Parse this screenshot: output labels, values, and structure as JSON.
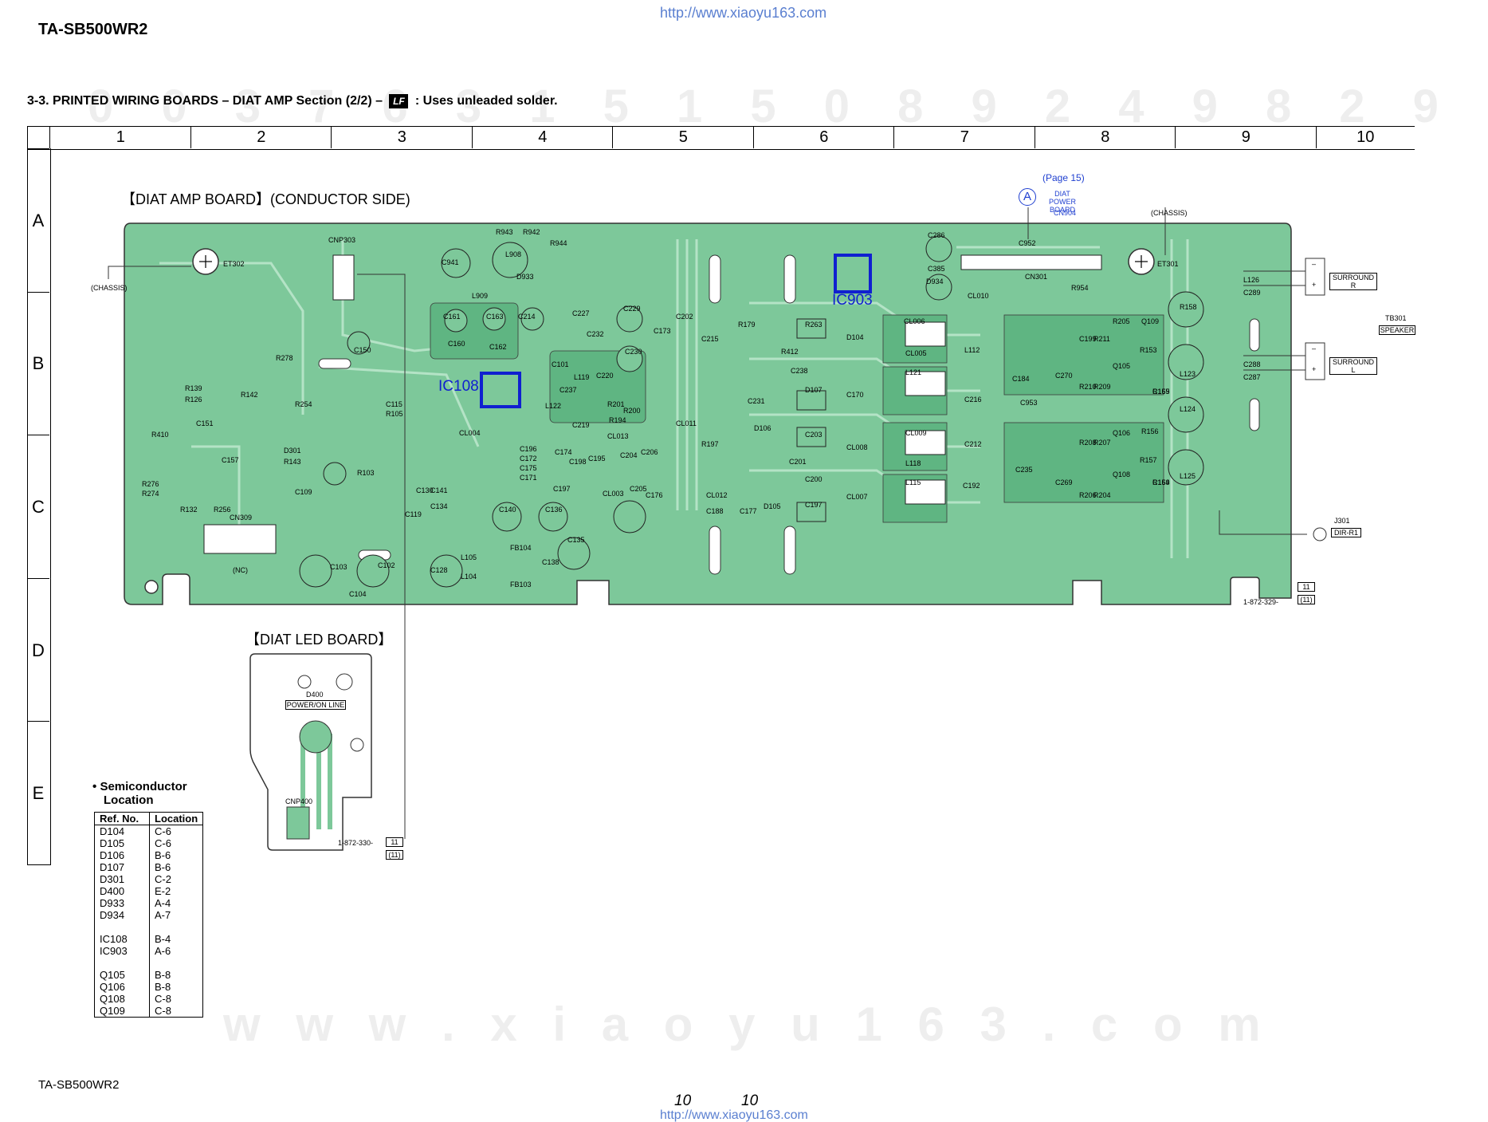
{
  "header": {
    "model": "TA-SB500WR2",
    "url": "http://www.xiaoyu163.com",
    "section_title": "3-3.   PRINTED  WIRING  BOARDS  – DIAT AMP Section (2/2) –",
    "lf_note": ": Uses unleaded solder.",
    "lf_symbol": "LF"
  },
  "grid": {
    "columns": [
      "1",
      "2",
      "3",
      "4",
      "5",
      "6",
      "7",
      "8",
      "9",
      "10"
    ],
    "rows": [
      "A",
      "B",
      "C",
      "D",
      "E"
    ]
  },
  "boards": {
    "amp_board": "【DIAT AMP BOARD】(CONDUCTOR SIDE)",
    "led_board": "【DIAT LED BOARD】",
    "amp_board_code": "1-872-329-",
    "led_board_code": "1-872-330-",
    "amp_ref": "11",
    "amp_ref2": "(11)",
    "led_ref": "11",
    "led_ref2": "(11)"
  },
  "connector": {
    "page": "(Page 15)",
    "circle": "A",
    "name": "DIAT POWER BOARD",
    "name2": "CN904"
  },
  "labels": {
    "chassis": "(CHASSIS)",
    "chassis2": "(CHASSIS)",
    "speaker": "SPEAKER",
    "tb301": "TB301",
    "surround_r": "SURROUND R",
    "surround_l": "SURROUND L",
    "j301": "J301",
    "dir_r1": "DIR-R1",
    "nc": "(NC)",
    "power_on": "POWER/ON LINE",
    "d400": "D400",
    "cnp400": "CNP400",
    "cnp303": "CNP303",
    "et302": "ET302",
    "et301": "ET301",
    "cn301": "CN301",
    "cn309": "CN309",
    "minus": "–",
    "plus": "+"
  },
  "ic_highlights": [
    {
      "name": "IC108"
    },
    {
      "name": "IC903"
    }
  ],
  "components": [
    "R943",
    "R942",
    "R944",
    "L908",
    "D933",
    "C941",
    "L909",
    "C161",
    "C163",
    "C214",
    "C227",
    "C229",
    "C160",
    "C162",
    "C232",
    "C230",
    "C150",
    "R278",
    "R139",
    "R126",
    "R142",
    "R254",
    "C115",
    "R105",
    "C151",
    "R410",
    "D301",
    "R143",
    "C157",
    "R276",
    "R274",
    "R132",
    "R256",
    "C109",
    "R103",
    "C119",
    "C130",
    "C141",
    "C134",
    "C140",
    "C136",
    "C135",
    "C128",
    "L105",
    "L104",
    "FB104",
    "FB103",
    "C138",
    "C102",
    "C103",
    "C104",
    "C101",
    "L119",
    "C220",
    "C237",
    "L122",
    "R201",
    "R200",
    "R194",
    "C219",
    "CL004",
    "CL013",
    "C206",
    "C196",
    "C172",
    "C175",
    "C171",
    "C174",
    "C198",
    "C195",
    "C204",
    "C205",
    "C197",
    "CL003",
    "C176",
    "C173",
    "C202",
    "C215",
    "CL011",
    "R197",
    "CL012",
    "C188",
    "R179",
    "R263",
    "R412",
    "C238",
    "D107",
    "C231",
    "C203",
    "D106",
    "C201",
    "C200",
    "D105",
    "C197",
    "C177",
    "D104",
    "C170",
    "CL008",
    "CL007",
    "CL006",
    "CL005",
    "L121",
    "CL009",
    "L118",
    "L115",
    "CL010",
    "L112",
    "C216",
    "C212",
    "C192",
    "C184",
    "C270",
    "C235",
    "C269",
    "C199",
    "R211",
    "R210",
    "R209",
    "R208",
    "R207",
    "R206",
    "R204",
    "R205",
    "Q105",
    "Q106",
    "Q108",
    "Q109",
    "R153",
    "R156",
    "R157",
    "R159",
    "C165",
    "R154",
    "C169",
    "R158",
    "L123",
    "L124",
    "L125",
    "L126",
    "C289",
    "C288",
    "C287",
    "C286",
    "C385",
    "D934",
    "C952",
    "R954",
    "C953"
  ],
  "semiconductor": {
    "title": "Semiconductor",
    "title2": "Location",
    "headers": [
      "Ref. No.",
      "Location"
    ],
    "rows": [
      [
        "D104",
        "C-6"
      ],
      [
        "D105",
        "C-6"
      ],
      [
        "D106",
        "B-6"
      ],
      [
        "D107",
        "B-6"
      ],
      [
        "D301",
        "C-2"
      ],
      [
        "D400",
        "E-2"
      ],
      [
        "D933",
        "A-4"
      ],
      [
        "D934",
        "A-7"
      ],
      [
        "",
        ""
      ],
      [
        "IC108",
        "B-4"
      ],
      [
        "IC903",
        "A-6"
      ],
      [
        "",
        ""
      ],
      [
        "Q105",
        "B-8"
      ],
      [
        "Q106",
        "B-8"
      ],
      [
        "Q108",
        "C-8"
      ],
      [
        "Q109",
        "C-8"
      ]
    ]
  },
  "footer": {
    "model": "TA-SB500WR2",
    "page_left": "10",
    "page_right": "10",
    "url": "http://www.xiaoyu163.com"
  },
  "watermark": {
    "digits": "0 0 3 7 6 3 1 5 1 5 0     8 9 2 4 9 8 2 9 9",
    "site": "w w w . x i a o y u 1 6 3 . c o m"
  },
  "colors": {
    "board": "#7dc89a",
    "board_edge": "#3a3a3a",
    "trace": "#a9ddbd",
    "ic_highlight": "#1020d0"
  }
}
